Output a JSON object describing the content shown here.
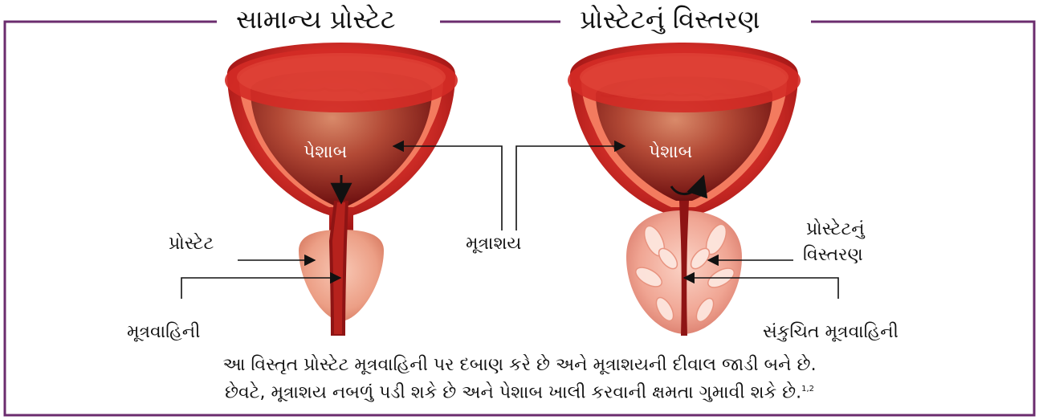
{
  "titles": {
    "left": "સામાન્ય પ્રોસ્ટેટ",
    "right": "પ્રોસ્ટેટનું વિસ્તરણ"
  },
  "labels": {
    "urine_left": "પેશાબ",
    "urine_right": "પેશાબ",
    "prostate": "પ્રોસ્ટેટ",
    "bladder": "મૂત્રાશય",
    "urethra": "મૂત્રવાહિની",
    "enlarged_prostate_line1": "પ્રોસ્ટેટનું",
    "enlarged_prostate_line2": "વિસ્તરણ",
    "constricted_urethra": "સંકુચિત મૂત્રવાહિની"
  },
  "caption": {
    "line1": "આ વિસ્તૃત પ્રોસ્ટેટ મૂત્રવાહિની પર દબાણ કરે છે અને મૂત્રાશયની દીવાલ જાડી બને છે.",
    "line2": "છેવટે, મૂત્રાશય નબળું પડી શકે છે અને પેશાબ ખાલી કરવાની ક્ષમતા ગુમાવી શકે છે.",
    "footnote": "1,2"
  },
  "colors": {
    "frame": "#6b2c6e",
    "bladder_outer": "#d92b2b",
    "bladder_inner": "#8e1a1a",
    "prostate": "#f0a58f"
  }
}
